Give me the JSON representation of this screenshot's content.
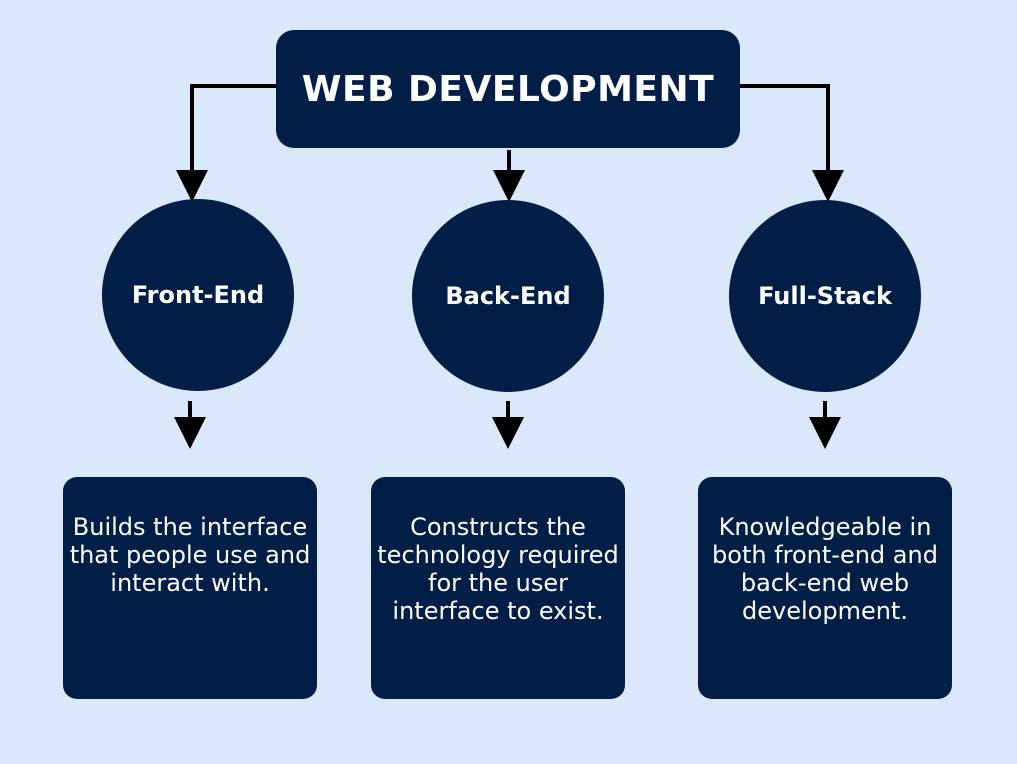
{
  "diagram": {
    "title": "WEB DEVELOPMENT",
    "branches": [
      {
        "label": "Front-End",
        "description": "Builds the interface that people use and interact with."
      },
      {
        "label": "Back-End",
        "description": "Constructs the technology required for the user interface to exist."
      },
      {
        "label": "Full-Stack",
        "description": "Knowledgeable in both front-end and back-end web development."
      }
    ]
  },
  "colors": {
    "background": "#dbe8fb",
    "box": "#011e46",
    "text": "#ffffff",
    "connector": "#000000"
  }
}
